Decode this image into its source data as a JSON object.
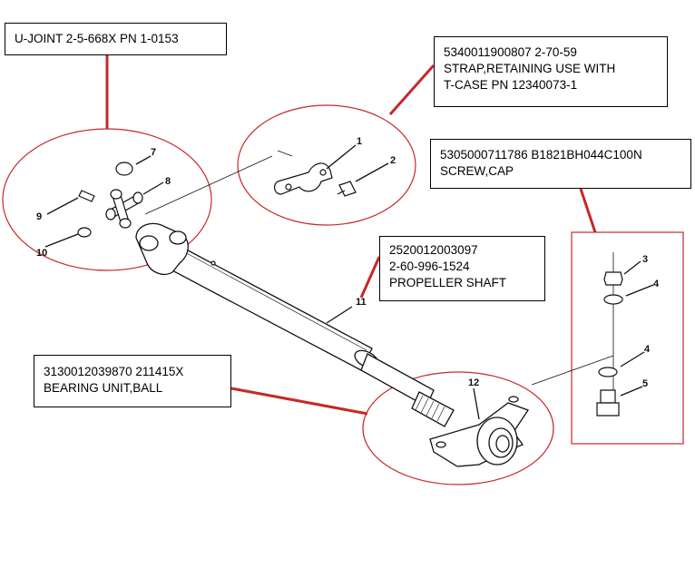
{
  "colors": {
    "callout_red": "#c62828",
    "line_black": "#111111",
    "background": "#ffffff"
  },
  "callouts": {
    "ujoint": {
      "lines": [
        "U-JOINT 2-5-668X  PN 1-0153"
      ]
    },
    "strap": {
      "lines": [
        "5340011900807 2-70-59",
        "STRAP,RETAINING USE WITH",
        "T-CASE PN 12340073-1"
      ]
    },
    "screw": {
      "lines": [
        "5305000711786 B1821BH044C100N",
        "SCREW,CAP"
      ]
    },
    "shaft": {
      "lines": [
        "2520012003097",
        "2-60-996-1524",
        "PROPELLER SHAFT"
      ]
    },
    "bearing": {
      "lines": [
        "3130012039870   211415X",
        "BEARING UNIT,BALL"
      ]
    }
  },
  "item_numbers": {
    "n1": "1",
    "n2": "2",
    "n3": "3",
    "n4a": "4",
    "n4b": "4",
    "n5": "5",
    "n7": "7",
    "n8": "8",
    "n9": "9",
    "n10": "10",
    "n11": "11",
    "n12": "12"
  }
}
